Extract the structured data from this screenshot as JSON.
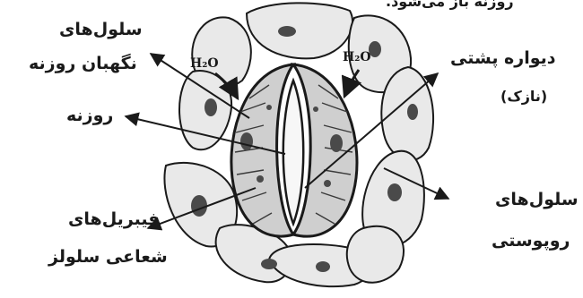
{
  "top_text": "روزنه باز می‌شود.",
  "labels": {
    "guard_cells_line1": "سلول‌های",
    "guard_cells_line2": "نگهبان روزنه",
    "stoma": "روزنه",
    "back_wall_line1": "دیواره پشتی",
    "back_wall_line2": "(نازک)",
    "fibrils_line1": "فیبریل‌های",
    "fibrils_line2": "شعاعی سلولز",
    "epidermal_line1": "سلول‌های",
    "epidermal_line2": "روپوستی",
    "h2o_left": "H2O",
    "h2o_right": "H2O"
  },
  "colors": {
    "ink": "#1a1a1a",
    "cell_fill": "#e9e9e9",
    "guard_fill": "#cfcfcf",
    "nucleus": "#4a4a4a"
  }
}
